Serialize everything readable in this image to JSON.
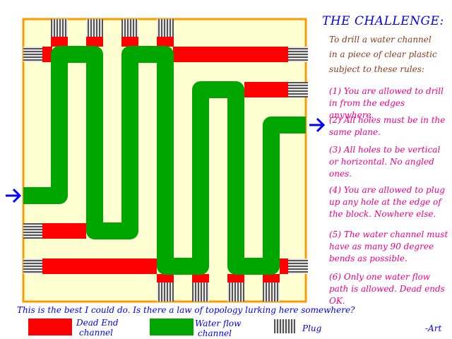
{
  "challenge": {
    "title": "THE CHALLENGE:",
    "intro": [
      "To drill a water channel",
      "in a piece of clear plastic",
      "subject to these rules:"
    ],
    "rules": [
      "(1) You are allowed to drill in from the edges anywhere.",
      "(2) All holes must be in the same plane.",
      "(3) All holes to be vertical or horizontal. No angled ones.",
      "(4) You are allowed to plug up any hole at the edge of the block. Nowhere else.",
      "(5) The water channel must have as many 90 degree bends as possible.",
      "(6) Only one water flow path is allowed. Dead ends OK."
    ]
  },
  "caption": "This is the best I could do. Is there a law of topology lurking here somewhere?",
  "legend": {
    "dead_end_line1": "Dead End",
    "dead_end_line2": "channel",
    "water_line1": "Water flow",
    "water_line2": "channel",
    "plug": "Plug"
  },
  "signature": "-Art",
  "colors": {
    "block": "#ffffd2",
    "border": "#ff9900",
    "dead_end": "#ff0000",
    "water": "#00a600",
    "plug": "#555555",
    "arrow": "#0000ff",
    "title": "#0000ee",
    "intro": "#8a3b1c",
    "rules": "#ee0088"
  },
  "icons": {
    "inflow": "right-arrow",
    "outflow": "right-arrow"
  }
}
